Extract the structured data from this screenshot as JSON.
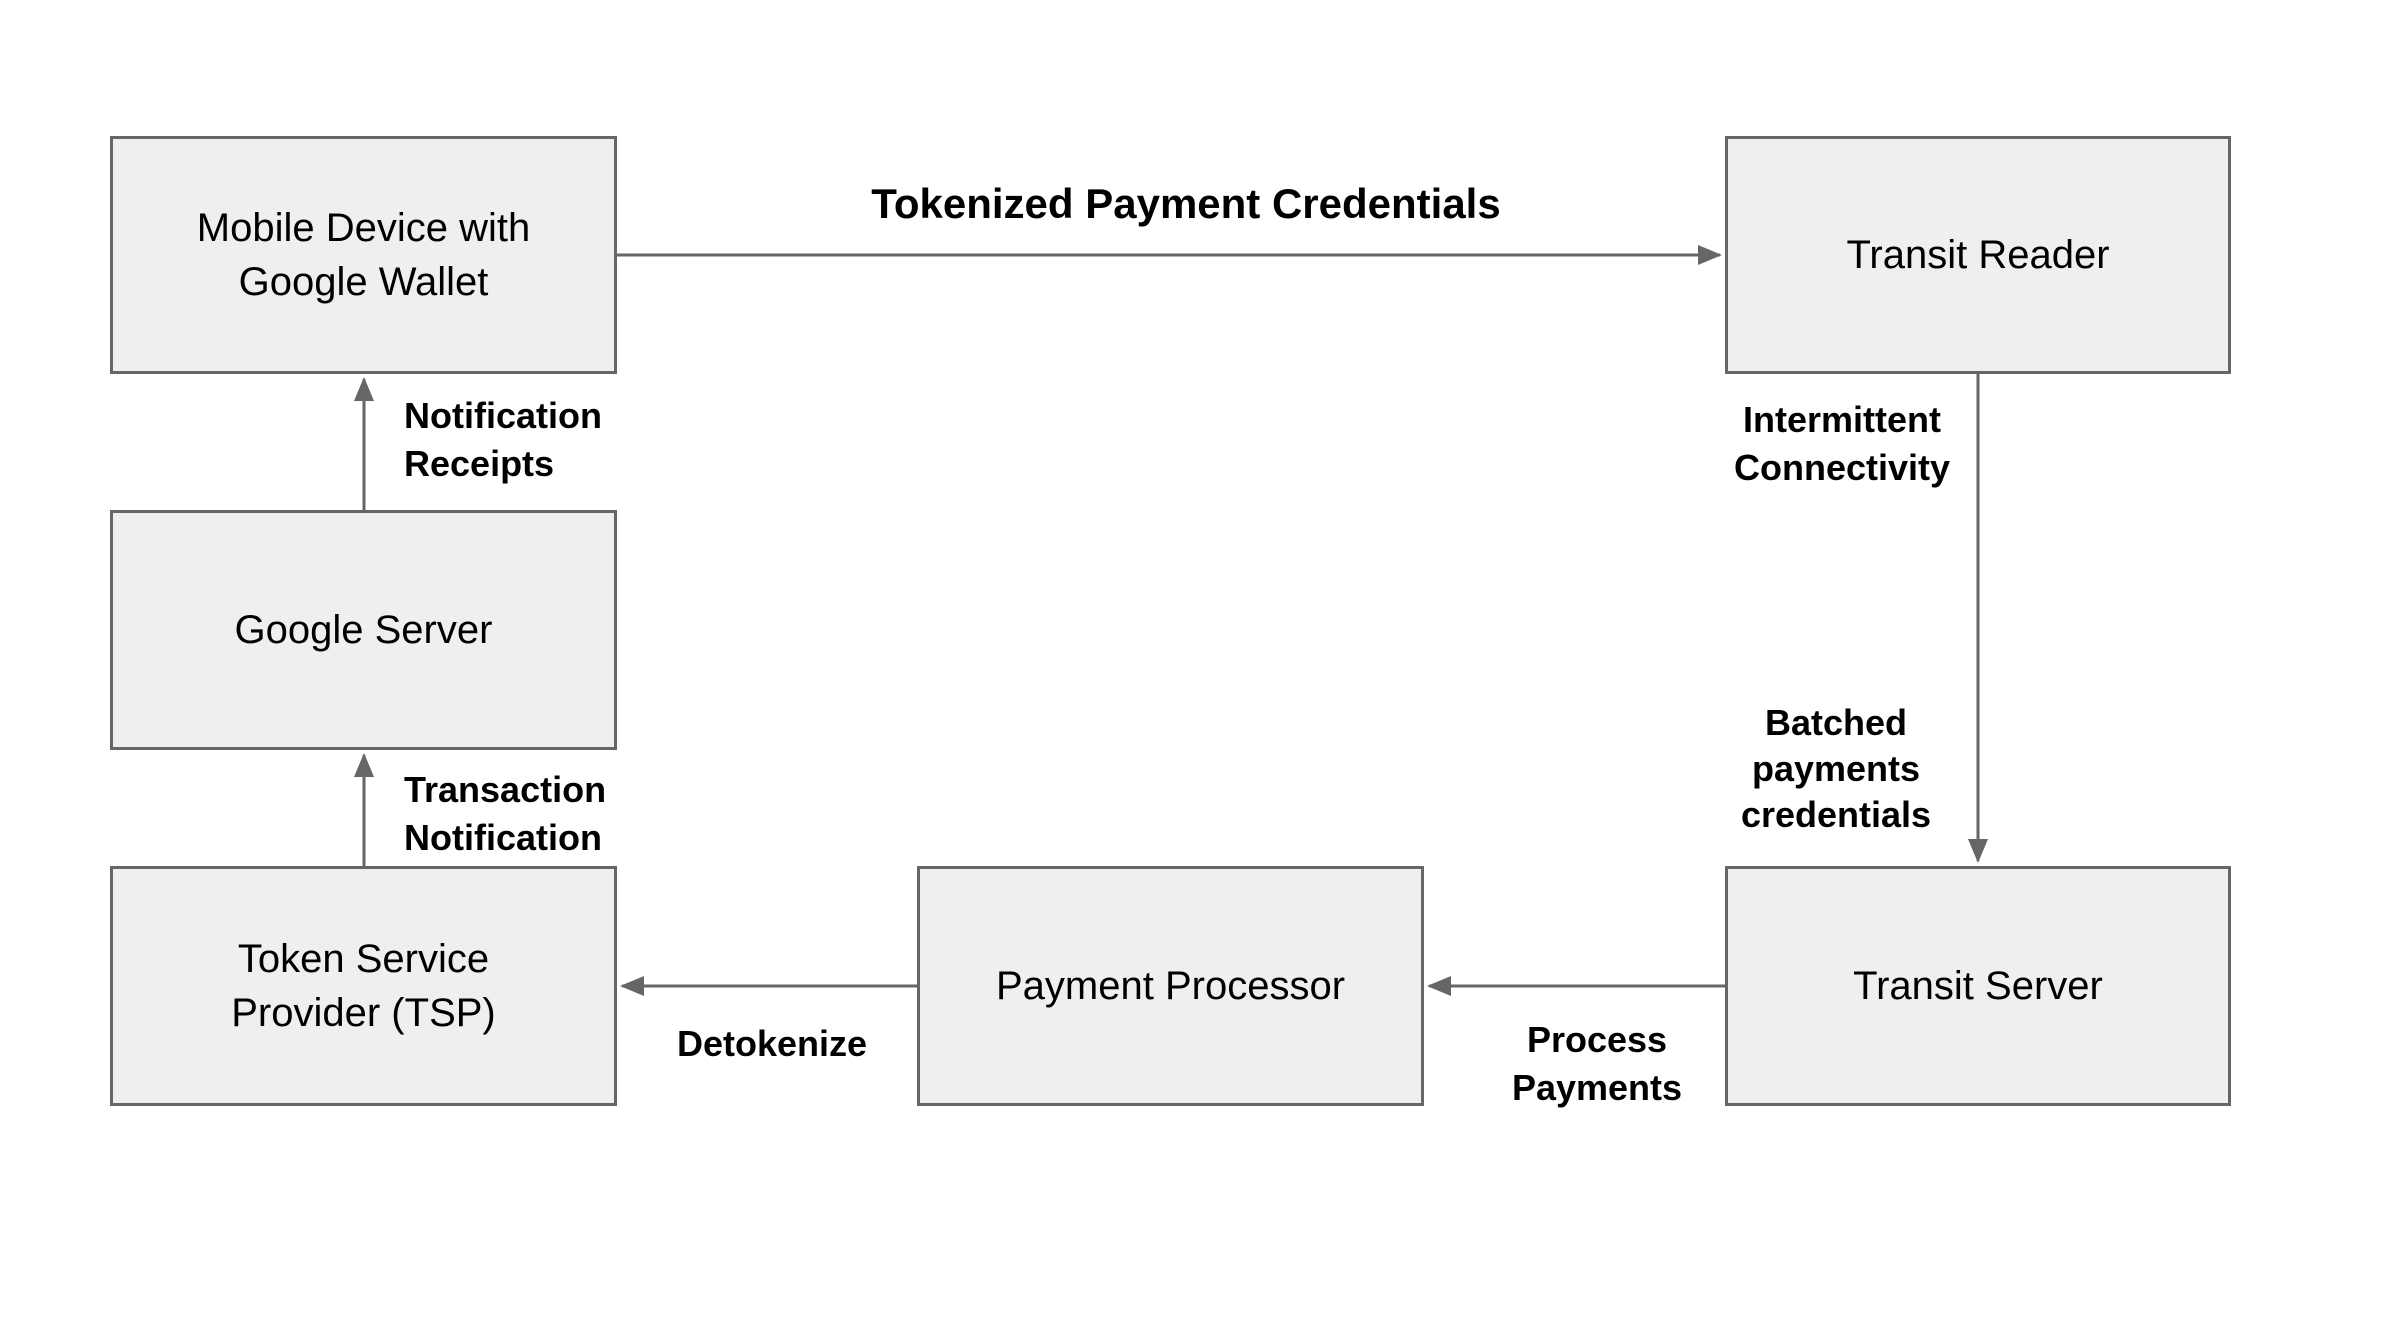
{
  "colors": {
    "background": "#ffffff",
    "node_fill": "#efefef",
    "node_border": "#666666",
    "arrow": "#666666",
    "node_text": "#000000",
    "edge_text": "#000000"
  },
  "nodes": {
    "mobile_device": {
      "label": "Mobile Device with\nGoogle Wallet"
    },
    "transit_reader": {
      "label": "Transit Reader"
    },
    "google_server": {
      "label": "Google Server"
    },
    "tsp": {
      "label": "Token Service\nProvider (TSP)"
    },
    "payment_processor": {
      "label": "Payment Processor"
    },
    "transit_server": {
      "label": "Transit Server"
    }
  },
  "edges": {
    "tokenized_payment_credentials": {
      "from": "mobile_device",
      "to": "transit_reader",
      "label": "Tokenized Payment Credentials"
    },
    "reader_to_transit_server": {
      "from": "transit_reader",
      "to": "transit_server",
      "label_top": "Intermittent\nConnectivity",
      "label_bottom": "Batched\npayments\ncredentials"
    },
    "process_payments": {
      "from": "transit_server",
      "to": "payment_processor",
      "label": "Process\nPayments"
    },
    "detokenize": {
      "from": "payment_processor",
      "to": "tsp",
      "label": "Detokenize"
    },
    "transaction_notification": {
      "from": "tsp",
      "to": "google_server",
      "label": "Transaction\nNotification"
    },
    "notification_receipts": {
      "from": "google_server",
      "to": "mobile_device",
      "label": "Notification\nReceipts"
    }
  }
}
